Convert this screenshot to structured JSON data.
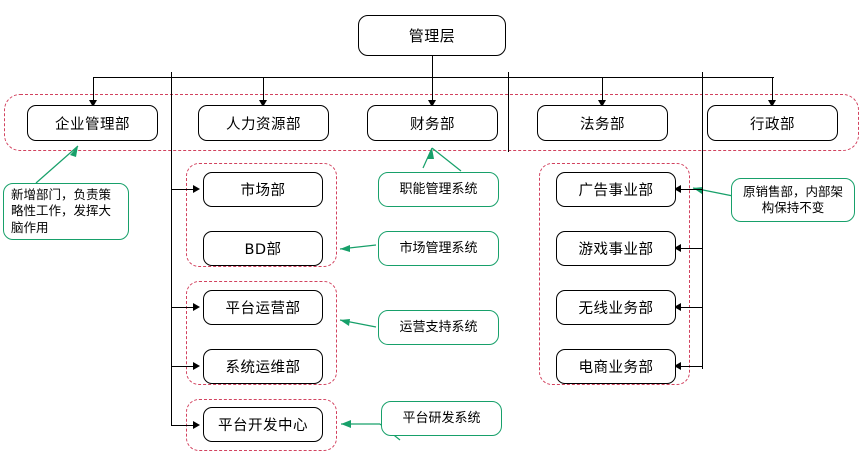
{
  "diagram": {
    "title_node": {
      "label": "管理层"
    },
    "level2": [
      {
        "label": "企业管理部"
      },
      {
        "label": "人力资源部"
      },
      {
        "label": "财务部"
      },
      {
        "label": "法务部"
      },
      {
        "label": "行政部"
      }
    ],
    "group_market": [
      {
        "label": "市场部"
      },
      {
        "label": "BD部"
      }
    ],
    "group_ops": [
      {
        "label": "平台运营部"
      },
      {
        "label": "系统运维部"
      }
    ],
    "group_dev": [
      {
        "label": "平台开发中心"
      }
    ],
    "group_business": [
      {
        "label": "广告事业部"
      },
      {
        "label": "游戏事业部"
      },
      {
        "label": "无线业务部"
      },
      {
        "label": "电商业务部"
      }
    ],
    "systems": [
      {
        "label": "职能管理系统"
      },
      {
        "label": "市场管理系统"
      },
      {
        "label": "运营支持系统"
      },
      {
        "label": "平台研发系统"
      }
    ],
    "annotations": [
      {
        "label": "新增部门，负责策略性工作，发挥大脑作用"
      },
      {
        "label": "原销售部，内部架构保持不变"
      }
    ],
    "colors": {
      "node_border": "#000000",
      "group_border": "#d2425f",
      "callout_border": "#17a06a",
      "background": "#ffffff"
    }
  }
}
